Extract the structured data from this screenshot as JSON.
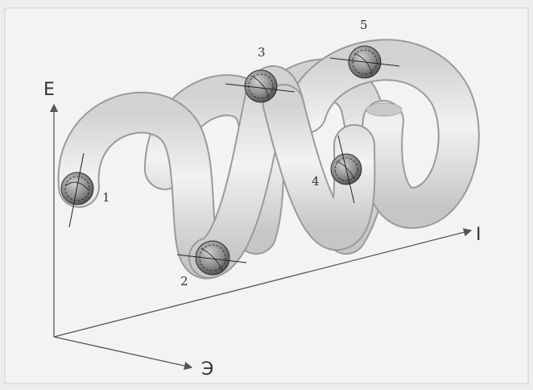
{
  "axes": {
    "vertical_label": "E",
    "right_label": "I",
    "front_label": "Э"
  },
  "markers": [
    {
      "label": "1"
    },
    {
      "label": "2"
    },
    {
      "label": "3"
    },
    {
      "label": "4"
    },
    {
      "label": "5"
    }
  ]
}
